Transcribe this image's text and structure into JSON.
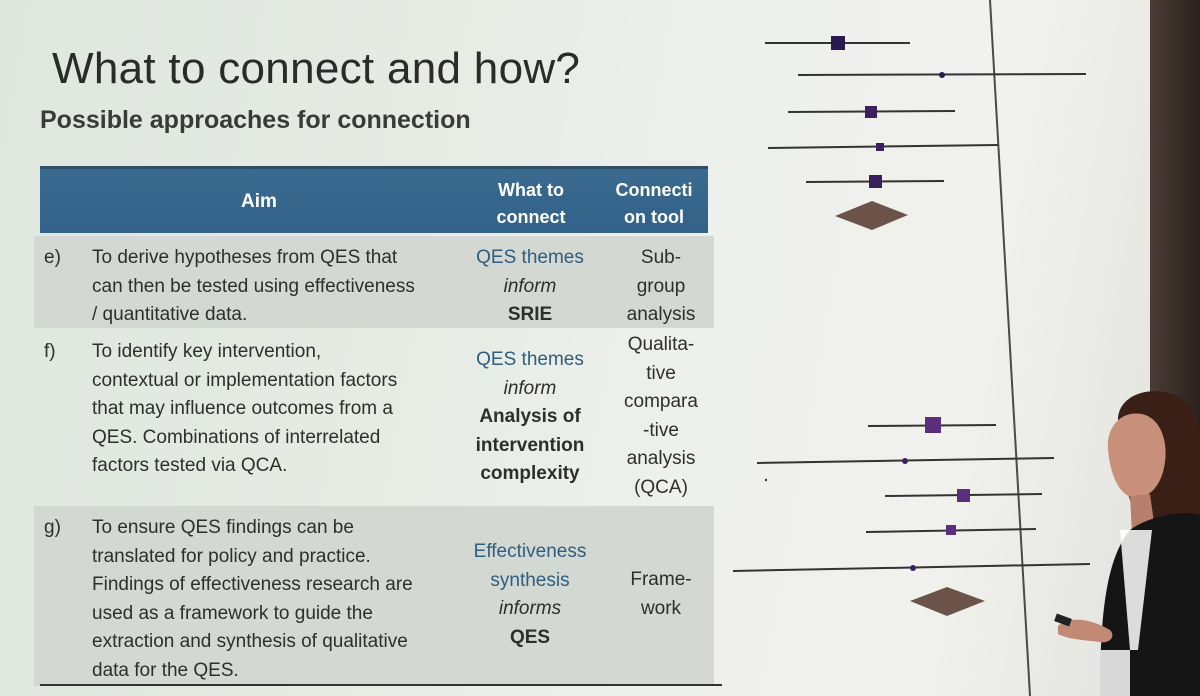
{
  "slide": {
    "title": "What to connect and how?",
    "subtitle": "Possible approaches for connection"
  },
  "table": {
    "headers": {
      "aim": "Aim",
      "what_line1": "What to",
      "what_line2": "connect",
      "tool_line1": "Connecti",
      "tool_line2": "on tool"
    },
    "rows": [
      {
        "letter": "e)",
        "aim_lines": [
          "To derive hypotheses from QES that",
          "can then be tested using effectiveness",
          "/ quantitative data."
        ],
        "what_lines": [
          "QES themes",
          "inform",
          "SRIE"
        ],
        "tool_lines": [
          "Sub-",
          "group",
          "analysis"
        ]
      },
      {
        "letter": "f)",
        "aim_lines": [
          "To identify key intervention,",
          "contextual or implementation factors",
          "that may influence outcomes from a",
          "QES. Combinations of interrelated",
          "factors tested via QCA."
        ],
        "what_lines": [
          "QES themes",
          "inform",
          "Analysis of",
          "intervention",
          "complexity"
        ],
        "tool_lines": [
          "Qualita-",
          "tive",
          "compara",
          "-tive",
          "analysis",
          "(QCA)"
        ]
      },
      {
        "letter": "g)",
        "aim_lines": [
          "To ensure QES findings can be",
          "translated for policy and practice.",
          "Findings of effectiveness research are",
          "used as a framework to guide the",
          "extraction and synthesis of qualitative",
          "data for the QES."
        ],
        "what_lines": [
          "Effectiveness",
          "synthesis",
          "informs",
          "QES"
        ],
        "tool_lines": [
          "Frame-",
          "work"
        ]
      }
    ]
  },
  "colors": {
    "header_blue": "#33628a",
    "link_blue": "#2f5e7f",
    "row_shade": "#d3d8d2",
    "forest_square": "#3c1f5e",
    "diamond": "#6b5349"
  },
  "forest_plot": {
    "icons": [
      "forest-plot-square-icon",
      "forest-plot-diamond-icon"
    ]
  }
}
